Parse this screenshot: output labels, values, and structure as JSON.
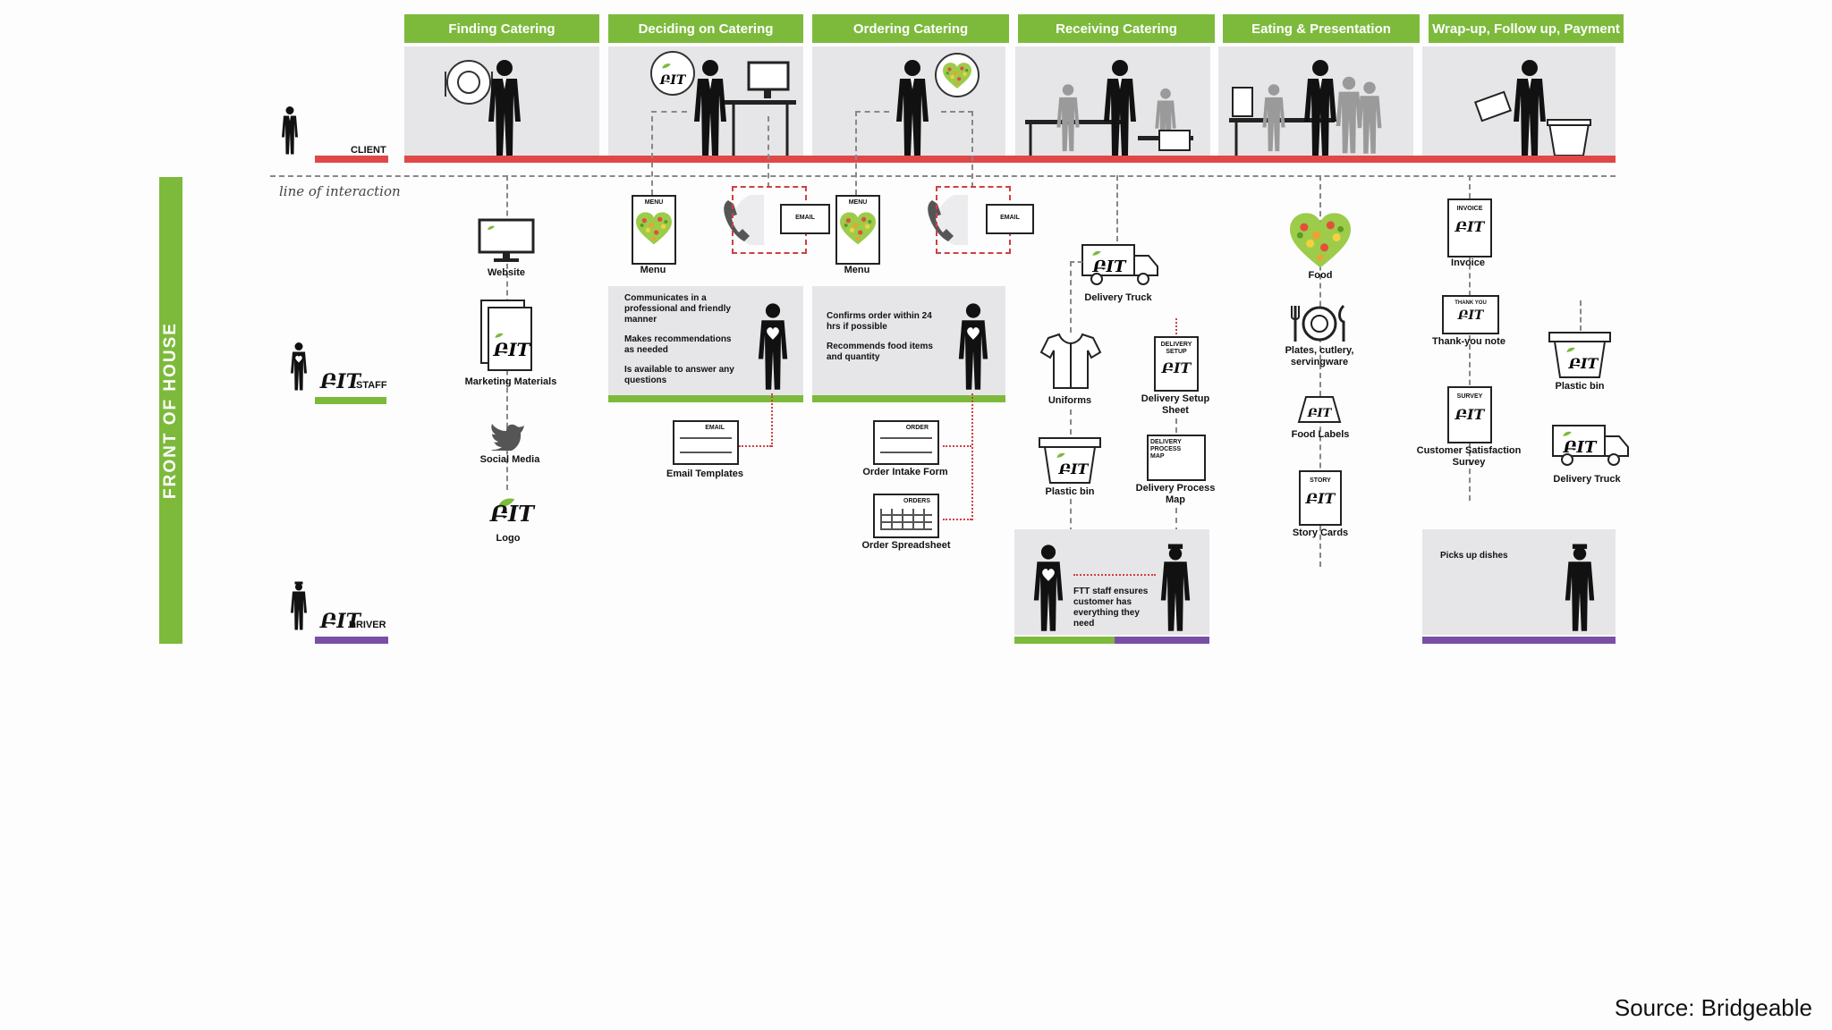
{
  "phases": [
    {
      "label": "Finding Catering"
    },
    {
      "label": "Deciding on Catering"
    },
    {
      "label": "Ordering Catering"
    },
    {
      "label": "Receiving Catering"
    },
    {
      "label": "Eating & Presentation"
    },
    {
      "label": "Wrap-up, Follow up, Payment"
    }
  ],
  "roles": {
    "client": "CLIENT",
    "staff": "STAFF",
    "driver": "DRIVER"
  },
  "line_of_interaction": "line of interaction",
  "side_label": "FRONT OF HOUSE",
  "brand_mark": "ԲIT",
  "touchpoints": {
    "website": "Website",
    "marketing": "Marketing Materials",
    "social": "Social Media",
    "logo": "Logo",
    "menu": "Menu",
    "email_tag": "EMAIL",
    "menu_tag": "MENU",
    "email_templates": "Email Templates",
    "order_intake": "Order Intake Form",
    "order_tag": "ORDER",
    "orders_tag": "ORDERS",
    "order_spreadsheet": "Order Spreadsheet",
    "delivery_truck": "Delivery Truck",
    "uniforms": "Uniforms",
    "plastic_bin": "Plastic bin",
    "delivery_setup": "Delivery Setup Sheet",
    "delivery_setup_tag": "DELIVERY SETUP",
    "delivery_process": "Delivery Process Map",
    "delivery_process_tag": "DELIVERY PROCESS MAP",
    "food": "Food",
    "plates": "Plates, cutlery, servingware",
    "food_labels": "Food Labels",
    "story_cards": "Story Cards",
    "story_tag": "STORY",
    "invoice": "Invoice",
    "invoice_tag": "INVOICE",
    "thank_you": "Thank-you note",
    "thank_you_tag": "THANK YOU",
    "survey": "Customer Satisfaction Survey",
    "survey_tag": "SURVEY"
  },
  "staff_notes": {
    "deciding": [
      "Communicates in a professional and friendly manner",
      "Makes recommendations as needed",
      "Is available to answer any questions"
    ],
    "ordering": [
      "Confirms order within 24 hrs if possible",
      "Recommends food items and quantity"
    ],
    "receiving": "FTT staff ensures customer has everything they need",
    "wrapup": "Picks up dishes"
  },
  "source": "Source: Bridgeable",
  "colors": {
    "green": "#7dba3c",
    "red": "#e04848",
    "purple": "#7a4fa6",
    "panel": "#e6e6e9"
  }
}
